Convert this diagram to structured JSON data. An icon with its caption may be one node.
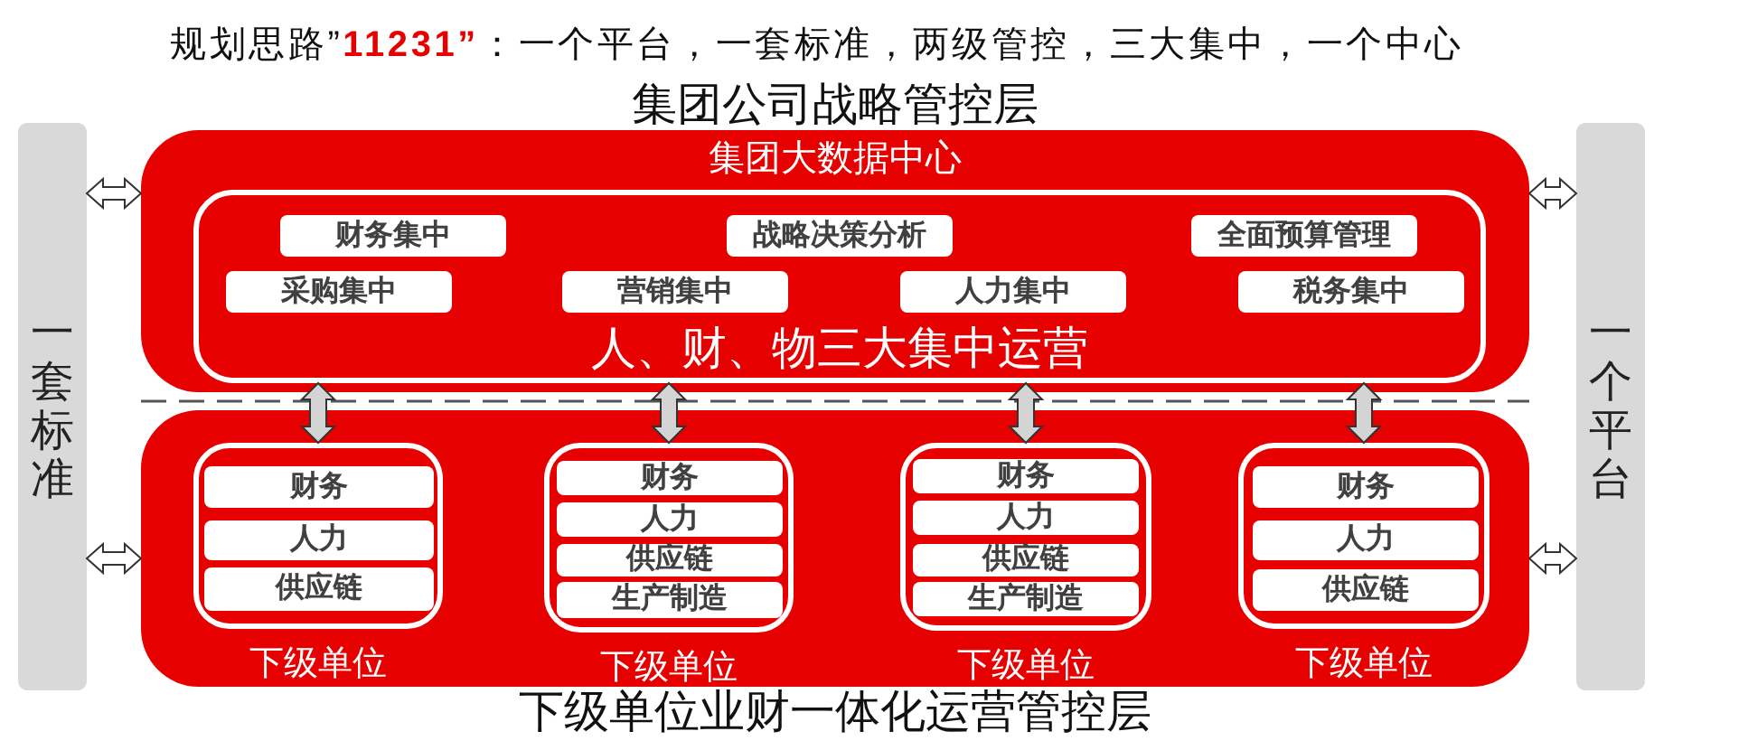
{
  "diagram": {
    "title": "规划思路”**11231”**：一个平台，一套标准，两级管控，三大集中，一个中心",
    "nodes": [
      {
        "text": [
          "一套标准"
        ]
      },
      {
        "text": [
          "一个平台"
        ]
      },
      {
        "text": [
          "集团公司战略管控层",
          "集团大数据中心"
        ]
      },
      {
        "text": [
          "人、财、物三大集中运营"
        ],
        "in": 2
      },
      {
        "text": [
          "财务集中"
        ],
        "in": 3
      },
      {
        "text": [
          "战略决策分析"
        ],
        "in": 3
      },
      {
        "text": [
          "全面预算管理"
        ],
        "in": 3
      },
      {
        "text": [
          "采购集中"
        ],
        "in": 3
      },
      {
        "text": [
          "营销集中"
        ],
        "in": 3
      },
      {
        "text": [
          "人力集中"
        ],
        "in": 3
      },
      {
        "text": [
          "税务集中"
        ],
        "in": 3
      },
      {
        "text": [
          "下级单位业财一体化运营管控层"
        ]
      },
      {
        "text": [
          "下级单位"
        ],
        "in": 11
      },
      {
        "text": [
          "财务"
        ],
        "in": 12
      },
      {
        "text": [
          "人力"
        ],
        "in": 12
      },
      {
        "text": [
          "供应链"
        ],
        "in": 12
      },
      {
        "text": [
          "下级单位"
        ],
        "in": 11
      },
      {
        "text": [
          "财务"
        ],
        "in": 16
      },
      {
        "text": [
          "人力"
        ],
        "in": 16
      },
      {
        "text": [
          "供应链"
        ],
        "in": 16
      },
      {
        "text": [
          "生产制造"
        ],
        "in": 16
      },
      {
        "text": [
          "下级单位"
        ],
        "in": 11
      },
      {
        "text": [
          "财务"
        ],
        "in": 21
      },
      {
        "text": [
          "人力"
        ],
        "in": 21
      },
      {
        "text": [
          "供应链"
        ],
        "in": 21
      },
      {
        "text": [
          "生产制造"
        ],
        "in": 21
      },
      {
        "text": [
          "下级单位"
        ],
        "in": 11
      },
      {
        "text": [
          "财务"
        ],
        "in": 26
      },
      {
        "text": [
          "人力"
        ],
        "in": 26
      },
      {
        "text": [
          "供应链"
        ],
        "in": 26
      }
    ],
    "edges": [
      {
        "from": 0,
        "to": 2,
        "arrow": "both"
      },
      {
        "from": 2,
        "to": 1,
        "arrow": "both"
      },
      {
        "from": 3,
        "to": 12,
        "arrow": "both"
      },
      {
        "from": 3,
        "to": 16,
        "arrow": "both"
      },
      {
        "from": 3,
        "to": 21,
        "arrow": "both"
      },
      {
        "from": 3,
        "to": 26,
        "arrow": "both"
      },
      {
        "from": 0,
        "to": 11,
        "arrow": "both"
      },
      {
        "from": 11,
        "to": 1,
        "arrow": "both"
      }
    ]
  }
}
